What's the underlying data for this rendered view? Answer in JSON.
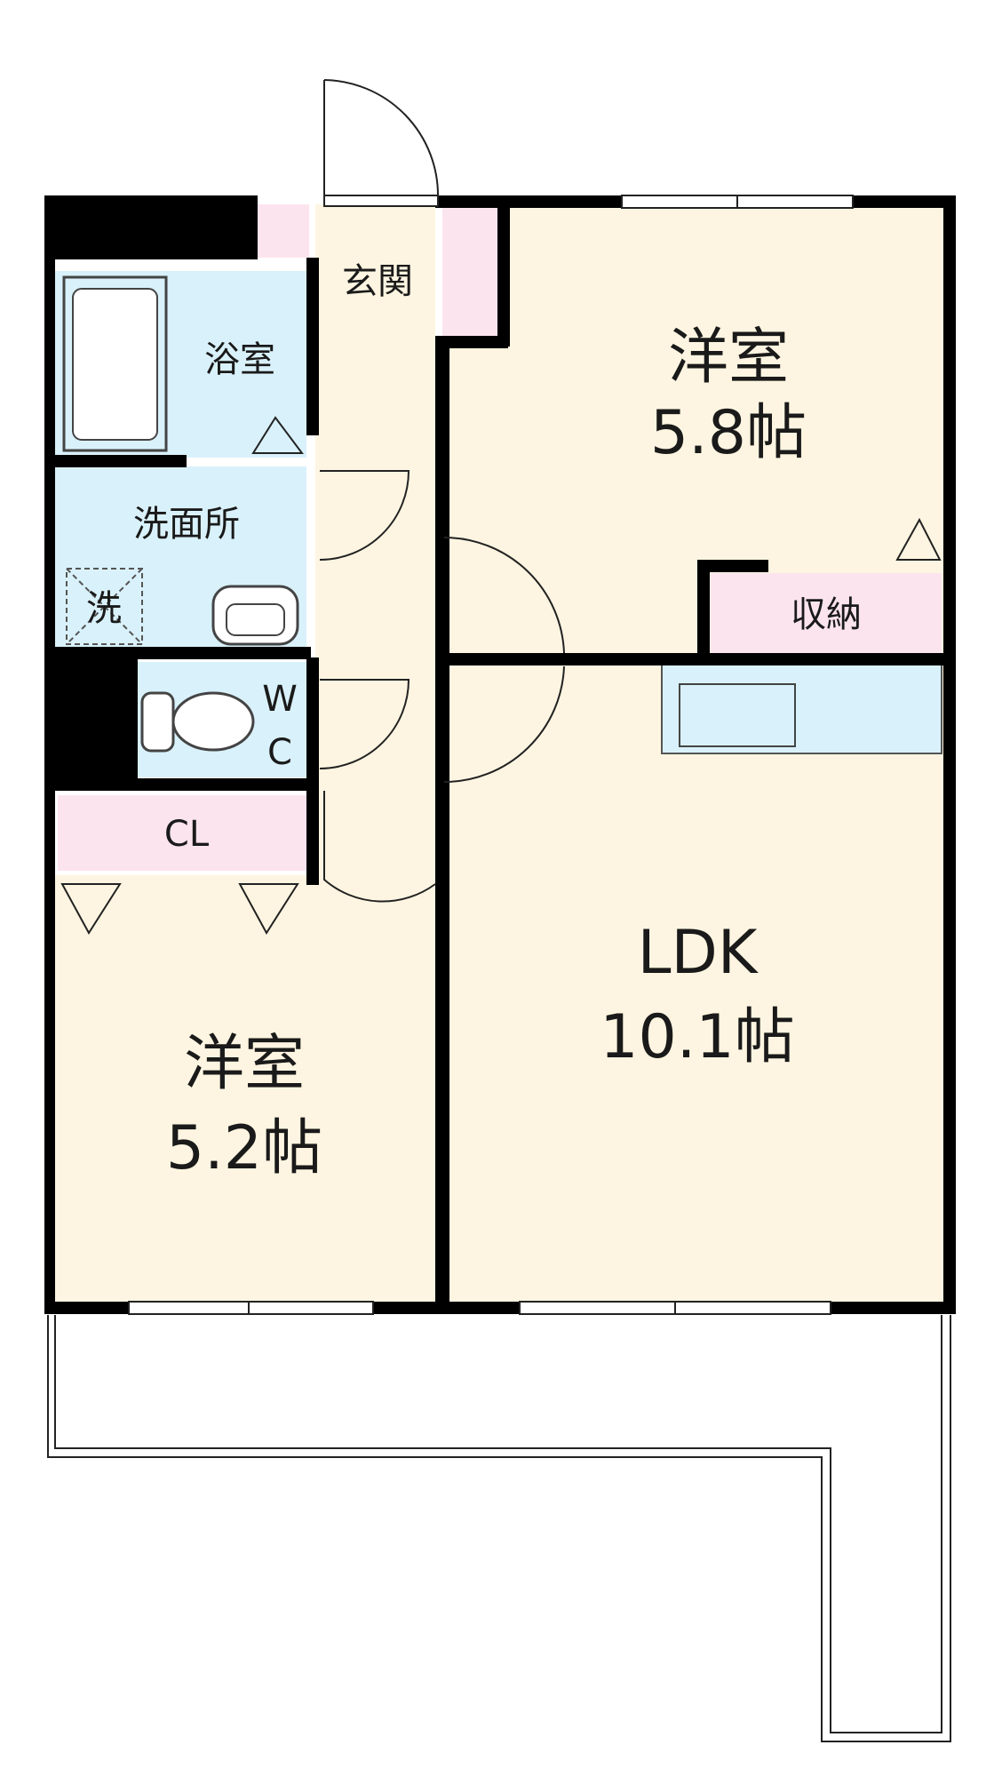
{
  "rooms": {
    "entrance": "玄関",
    "bath": "浴室",
    "washroom": "洗面所",
    "washer": "洗",
    "wc_w": "W",
    "wc_c": "C",
    "closet": "CL",
    "storage": "収納",
    "western_top_name": "洋室",
    "western_top_size": "5.8帖",
    "western_bottom_name": "洋室",
    "western_bottom_size": "5.2帖",
    "ldk_name": "LDK",
    "ldk_size": "10.1帖"
  },
  "colors": {
    "floor": "#fdf5e1",
    "wet": "#d9f1fa",
    "storage": "#fce4ee",
    "wall": "#000000"
  }
}
